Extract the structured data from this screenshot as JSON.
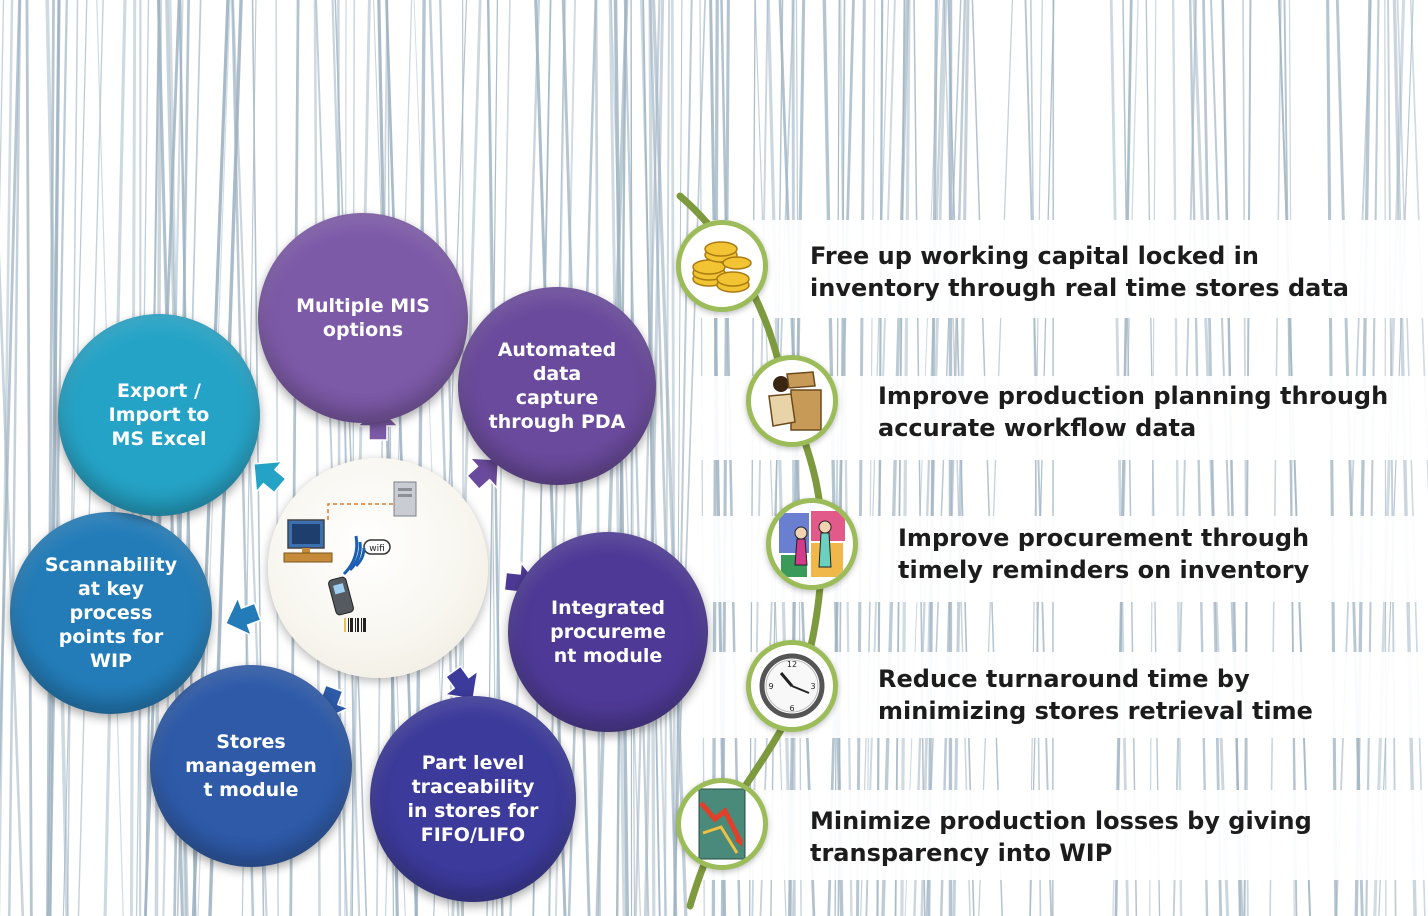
{
  "features": [
    {
      "id": "mis",
      "lines": [
        "Multiple MIS",
        "options"
      ],
      "color": "#7d5aa8"
    },
    {
      "id": "pda",
      "lines": [
        "Automated",
        "data",
        "capture",
        "through PDA"
      ],
      "color": "#6a4a9c"
    },
    {
      "id": "procurement",
      "lines": [
        "Integrated",
        "procureme",
        "nt module"
      ],
      "color": "#4e3a96"
    },
    {
      "id": "traceability",
      "lines": [
        "Part level",
        "traceability",
        "in stores for",
        "FIFO/LIFO"
      ],
      "color": "#3c3a9a"
    },
    {
      "id": "stores",
      "lines": [
        "Stores",
        "managemen",
        "t module"
      ],
      "color": "#2e5aa8"
    },
    {
      "id": "scannability",
      "lines": [
        "Scannability",
        "at key",
        "process",
        "points for",
        "WIP"
      ],
      "color": "#237cb8"
    },
    {
      "id": "excel",
      "lines": [
        "Export /",
        "Import to",
        "MS Excel"
      ],
      "color": "#25a3c6"
    }
  ],
  "benefits": [
    {
      "icon": "coins-icon",
      "lines": [
        "Free up working capital locked in",
        "inventory through real time stores data"
      ]
    },
    {
      "icon": "workers-icon",
      "lines": [
        "Improve production planning through",
        "accurate workflow data"
      ]
    },
    {
      "icon": "shopping-icon",
      "lines": [
        "Improve procurement through",
        "timely reminders on inventory"
      ]
    },
    {
      "icon": "clock-icon",
      "lines": [
        "Reduce turnaround time by",
        "minimizing stores retrieval time"
      ]
    },
    {
      "icon": "falling-chart-icon",
      "lines": [
        "Minimize production losses by giving",
        "transparency into WIP"
      ]
    }
  ],
  "center": {
    "icon": "network-devices-icon",
    "wifi_label": "wifi"
  },
  "colors": {
    "timeline": "#7e9a3e",
    "ring": "#9cbc5a",
    "background_lines": "#9fb3c2"
  }
}
